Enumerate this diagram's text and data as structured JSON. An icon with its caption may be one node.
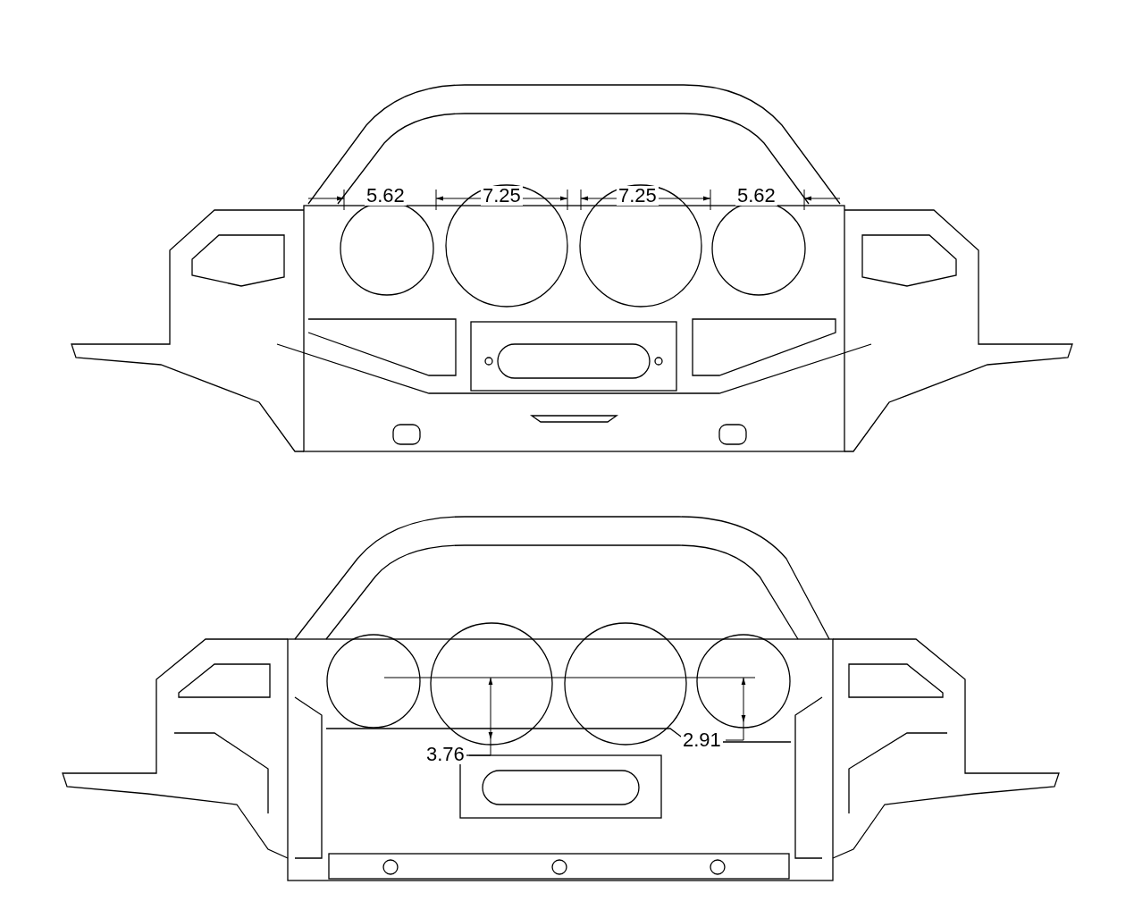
{
  "diagram": {
    "labels": [
      "5.62",
      "7.25",
      "7.25",
      "5.62",
      "3.76",
      "2.91"
    ]
  }
}
